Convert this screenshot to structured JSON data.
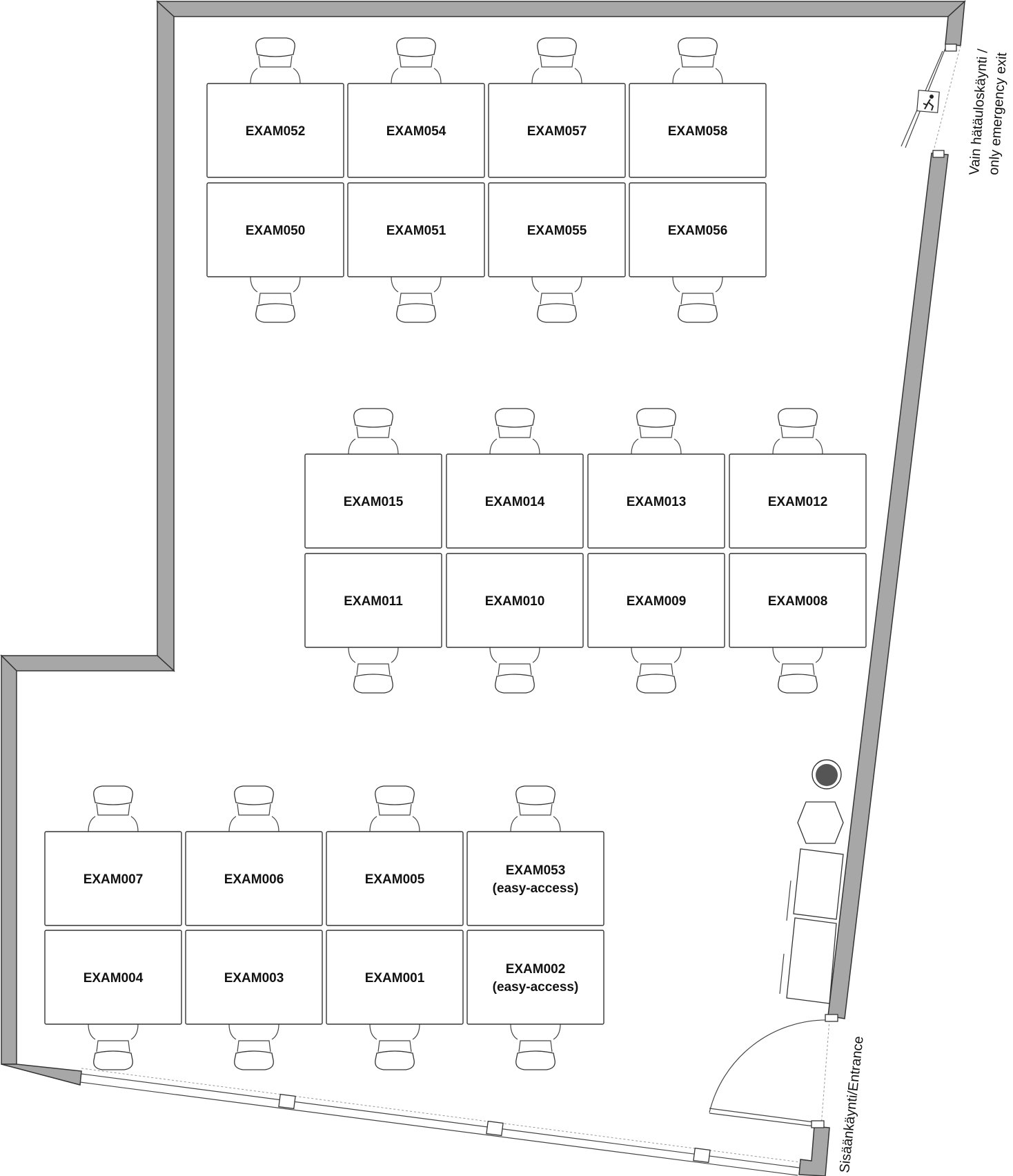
{
  "labels": {
    "emergency_exit_line1": "Vain hätäuloskäynti /",
    "emergency_exit_line2": "only emergency exit",
    "entrance": "Sisäänkäynti/Entrance"
  },
  "desks": [
    {
      "id": "d052",
      "lines": [
        "EXAM052"
      ]
    },
    {
      "id": "d054",
      "lines": [
        "EXAM054"
      ]
    },
    {
      "id": "d057",
      "lines": [
        "EXAM057"
      ]
    },
    {
      "id": "d058",
      "lines": [
        "EXAM058"
      ]
    },
    {
      "id": "d050",
      "lines": [
        "EXAM050"
      ]
    },
    {
      "id": "d051",
      "lines": [
        "EXAM051"
      ]
    },
    {
      "id": "d055",
      "lines": [
        "EXAM055"
      ]
    },
    {
      "id": "d056",
      "lines": [
        "EXAM056"
      ]
    },
    {
      "id": "d015",
      "lines": [
        "EXAM015"
      ]
    },
    {
      "id": "d014",
      "lines": [
        "EXAM014"
      ]
    },
    {
      "id": "d013",
      "lines": [
        "EXAM013"
      ]
    },
    {
      "id": "d012",
      "lines": [
        "EXAM012"
      ]
    },
    {
      "id": "d011",
      "lines": [
        "EXAM011"
      ]
    },
    {
      "id": "d010",
      "lines": [
        "EXAM010"
      ]
    },
    {
      "id": "d009",
      "lines": [
        "EXAM009"
      ]
    },
    {
      "id": "d008",
      "lines": [
        "EXAM008"
      ]
    },
    {
      "id": "d007",
      "lines": [
        "EXAM007"
      ]
    },
    {
      "id": "d006",
      "lines": [
        "EXAM006"
      ]
    },
    {
      "id": "d005",
      "lines": [
        "EXAM005"
      ]
    },
    {
      "id": "d053",
      "lines": [
        "EXAM053",
        "(easy-access)"
      ]
    },
    {
      "id": "d004",
      "lines": [
        "EXAM004"
      ]
    },
    {
      "id": "d003",
      "lines": [
        "EXAM003"
      ]
    },
    {
      "id": "d001",
      "lines": [
        "EXAM001"
      ]
    },
    {
      "id": "d002",
      "lines": [
        "EXAM002",
        "(easy-access)"
      ]
    }
  ],
  "icons": {
    "emergency_exit_sign": "running-person-exit-icon",
    "waste_bin": "waste-bin-icon"
  },
  "colors": {
    "wall_fill": "#a7a7a7",
    "line": "#333333",
    "bin_fill": "#555555"
  }
}
